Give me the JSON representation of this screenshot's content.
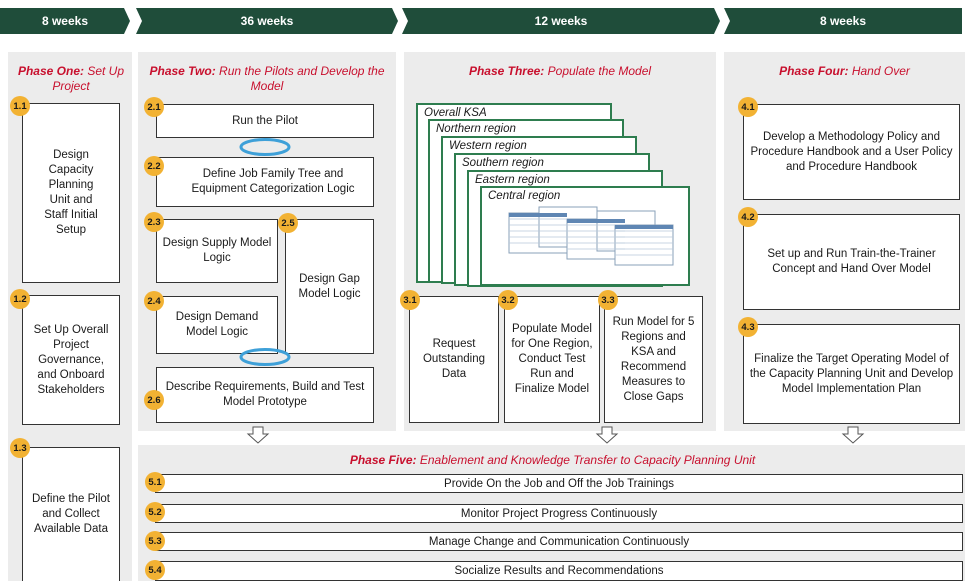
{
  "colors": {
    "chevron": "#1f4d3a",
    "panel": "#ececec",
    "badge": "#f2b233",
    "title_red": "#c8102e",
    "sheet_border": "#2e7d4f"
  },
  "durations": [
    "8 weeks",
    "36 weeks",
    "12 weeks",
    "8 weeks"
  ],
  "phase1": {
    "prefix": "Phase One:",
    "suffix": " Set Up Project",
    "steps": [
      {
        "num": "1.1",
        "text": "Design Capacity Planning Unit and Staff Initial Setup"
      },
      {
        "num": "1.2",
        "text": "Set Up Overall Project Governance, and Onboard Stakeholders"
      },
      {
        "num": "1.3",
        "text": "Define the Pilot and Collect Available Data"
      }
    ]
  },
  "phase2": {
    "prefix": "Phase Two:",
    "suffix": " Run the Pilots and Develop the Model",
    "steps": [
      {
        "num": "2.1",
        "text": "Run the Pilot"
      },
      {
        "num": "2.2",
        "text": "Define Job Family Tree and Equipment Categorization Logic"
      },
      {
        "num": "2.3",
        "text": "Design Supply Model Logic"
      },
      {
        "num": "2.4",
        "text": "Design Demand Model Logic"
      },
      {
        "num": "2.5",
        "text": "Design Gap Model Logic"
      },
      {
        "num": "2.6",
        "text": "Describe Requirements, Build and Test Model Prototype"
      }
    ]
  },
  "phase3": {
    "prefix": "Phase Three:",
    "suffix": " Populate the Model",
    "sheets": [
      "Overall KSA",
      "Northern region",
      "Western region",
      "Southern region",
      "Eastern region",
      "Central region"
    ],
    "steps": [
      {
        "num": "3.1",
        "text": "Request Outstanding Data"
      },
      {
        "num": "3.2",
        "text": "Populate Model for One Region, Conduct Test Run and Finalize Model"
      },
      {
        "num": "3.3",
        "text": "Run Model for 5 Regions and KSA and Recommend Measures to Close Gaps"
      }
    ]
  },
  "phase4": {
    "prefix": "Phase Four:",
    "suffix": " Hand Over",
    "steps": [
      {
        "num": "4.1",
        "text": "Develop a Methodology Policy and Procedure Handbook and a User Policy and Procedure Handbook"
      },
      {
        "num": "4.2",
        "text": "Set up and Run Train-the-Trainer Concept and Hand Over Model"
      },
      {
        "num": "4.3",
        "text": "Finalize the Target Operating Model of the Capacity Planning Unit and Develop Model Implementation Plan"
      }
    ]
  },
  "phase5": {
    "prefix": "Phase Five:",
    "suffix": " Enablement and Knowledge Transfer to Capacity Planning Unit",
    "steps": [
      {
        "num": "5.1",
        "text": "Provide On the Job and Off the Job Trainings"
      },
      {
        "num": "5.2",
        "text": "Monitor Project Progress Continuously"
      },
      {
        "num": "5.3",
        "text": "Manage Change and Communication Continuously"
      },
      {
        "num": "5.4",
        "text": "Socialize Results and Recommendations"
      }
    ]
  }
}
